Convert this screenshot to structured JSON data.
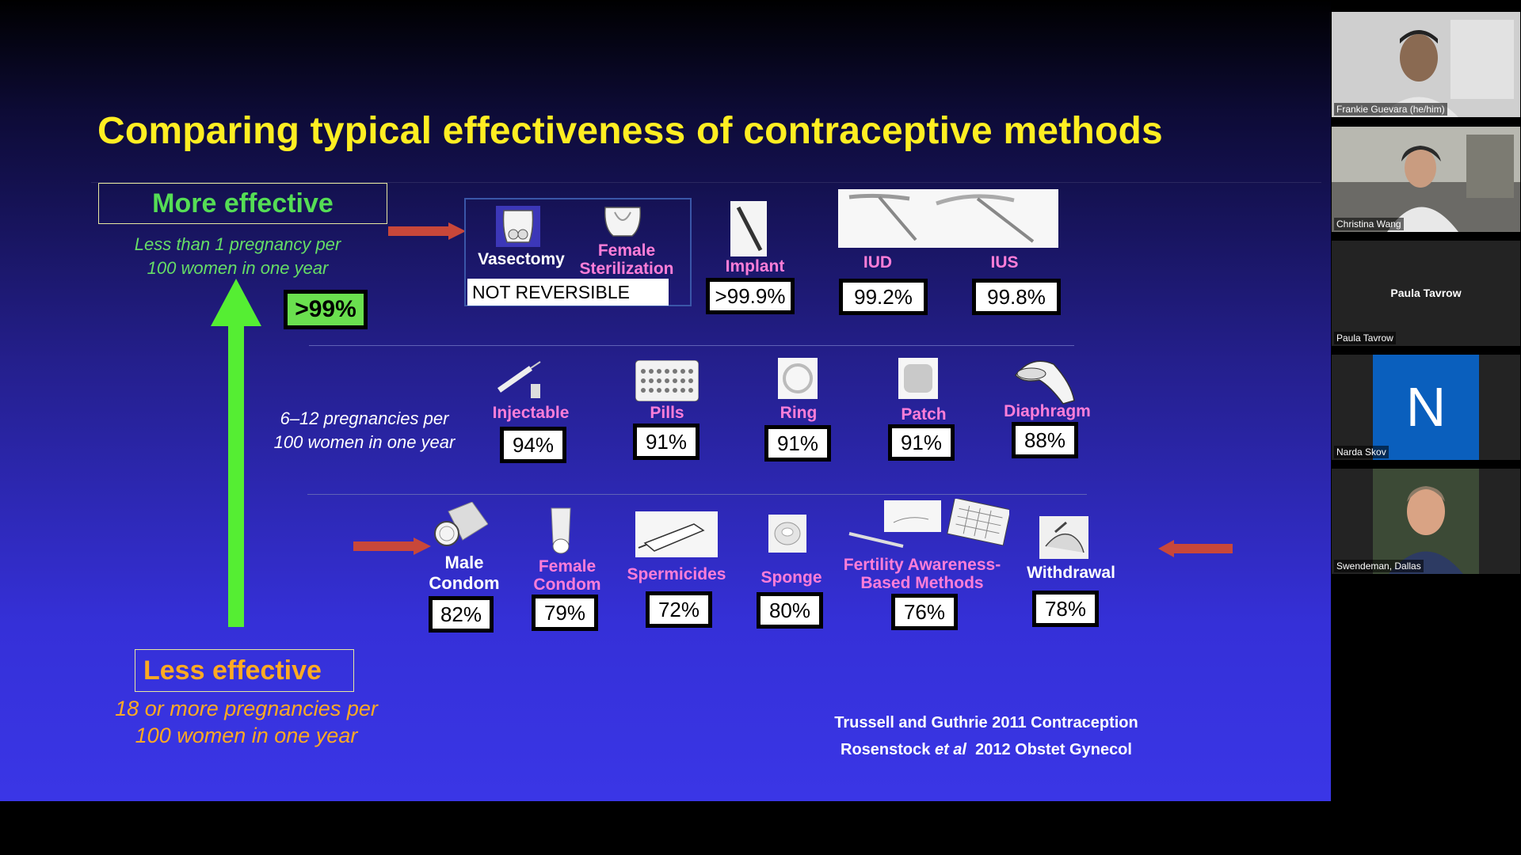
{
  "slide": {
    "title": "Comparing typical effectiveness of contraceptive methods",
    "more_effective": "More effective",
    "more_effective_note": [
      "Less than 1 pregnancy per",
      "100 women in one year"
    ],
    "top_tier_pct": ">99%",
    "mid_note": [
      "6–12 pregnancies per",
      "100 women in one year"
    ],
    "less_effective": "Less effective",
    "less_effective_note": [
      "18 or more pregnancies per",
      "100 women in one year"
    ],
    "not_reversible": "NOT REVERSIBLE",
    "tier1": [
      {
        "label": [
          "Vasectomy"
        ],
        "color": "white"
      },
      {
        "label": [
          "Female",
          "Sterilization"
        ],
        "color": "pink"
      },
      {
        "label": [
          "Implant"
        ],
        "pct": ">99.9%"
      },
      {
        "label": [
          "IUD"
        ],
        "pct": "99.2%"
      },
      {
        "label": [
          "IUS"
        ],
        "pct": "99.8%"
      }
    ],
    "tier2": [
      {
        "label": [
          "Injectable"
        ],
        "pct": "94%"
      },
      {
        "label": [
          "Pills"
        ],
        "pct": "91%"
      },
      {
        "label": [
          "Ring"
        ],
        "pct": "91%"
      },
      {
        "label": [
          "Patch"
        ],
        "pct": "91%"
      },
      {
        "label": [
          "Diaphragm"
        ],
        "pct": "88%"
      }
    ],
    "tier3": [
      {
        "label": [
          "Male",
          "Condom"
        ],
        "pct": "82%"
      },
      {
        "label": [
          "Female",
          "Condom"
        ],
        "pct": "79%"
      },
      {
        "label": [
          "Spermicides"
        ],
        "pct": "72%"
      },
      {
        "label": [
          "Sponge"
        ],
        "pct": "80%"
      },
      {
        "label": [
          "Fertility Awareness-",
          "Based Methods"
        ],
        "pct": "76%"
      },
      {
        "label": [
          "Withdrawal"
        ],
        "pct": "78%"
      }
    ],
    "citation": {
      "line1": "Trussell and Guthrie 2011 Contraception",
      "line2_pre": "Rosenstock ",
      "line2_italic": "et al",
      "line2_post": "  2012 Obstet Gynecol"
    },
    "colors": {
      "title": "#ffee22",
      "more": "#55dd55",
      "less": "#ffaa22",
      "method_label": "#ff7ed8",
      "arrow_green": "#55ee33",
      "arrow_red": "#c8473a"
    }
  },
  "participants": [
    {
      "name": "Frankie Guevara (he/him)",
      "type": "video"
    },
    {
      "name": "Christina Wang",
      "type": "video"
    },
    {
      "name": "Paula Tavrow",
      "type": "no-video",
      "center_name": "Paula Tavrow"
    },
    {
      "name": "Narda Skov",
      "type": "avatar",
      "initial": "N"
    },
    {
      "name": "Swendeman, Dallas",
      "type": "video"
    }
  ]
}
